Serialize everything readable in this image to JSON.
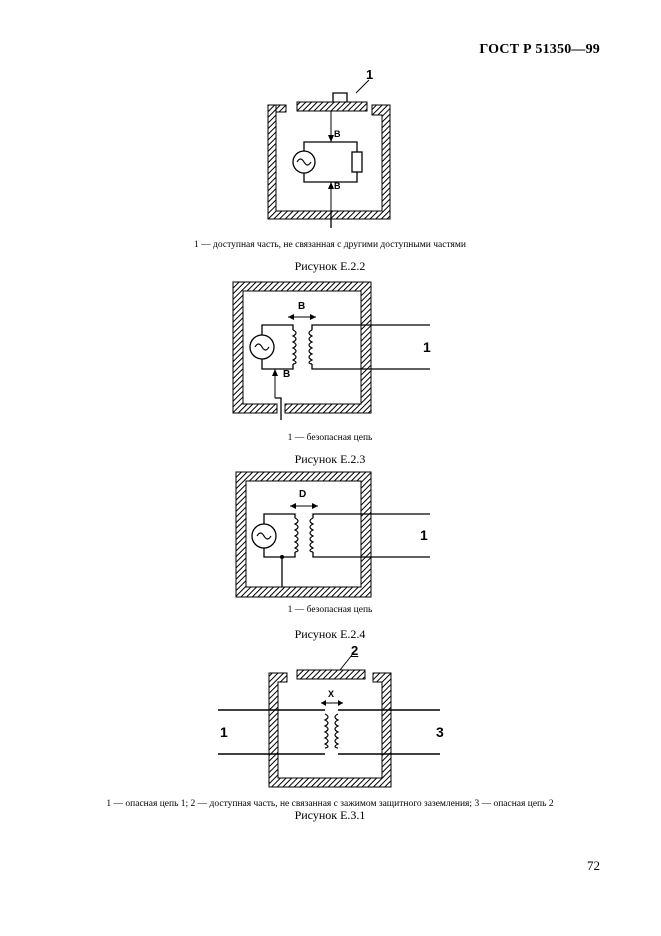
{
  "header": {
    "standard": "ГОСТ Р 51350—99"
  },
  "figures": [
    {
      "id": "E.2.2",
      "caption": "Рисунок Е.2.2",
      "legend": "1 — доступная часть, не связанная с другими доступными частями",
      "labels": {
        "part": "1",
        "gap_top": "B",
        "gap_bottom": "B"
      }
    },
    {
      "id": "E.2.3",
      "caption": "Рисунок Е.2.3",
      "legend": "1 — безопасная цепь",
      "labels": {
        "circuit": "1",
        "gap_transformer": "B",
        "gap_bottom": "B"
      }
    },
    {
      "id": "E.2.4",
      "caption": "Рисунок Е.2.4",
      "legend": "1 — безопасная цепь",
      "labels": {
        "circuit": "1",
        "gap_transformer": "D"
      }
    },
    {
      "id": "E.3.1",
      "caption": "Рисунок Е.3.1",
      "legend": "1 — опасная цепь 1; 2 — доступная часть, не связанная с зажимом защитного заземления; 3 — опасная цепь 2",
      "labels": {
        "left": "1",
        "top": "2",
        "right": "3",
        "gap_transformer": "X"
      }
    }
  ],
  "page_number": "72"
}
